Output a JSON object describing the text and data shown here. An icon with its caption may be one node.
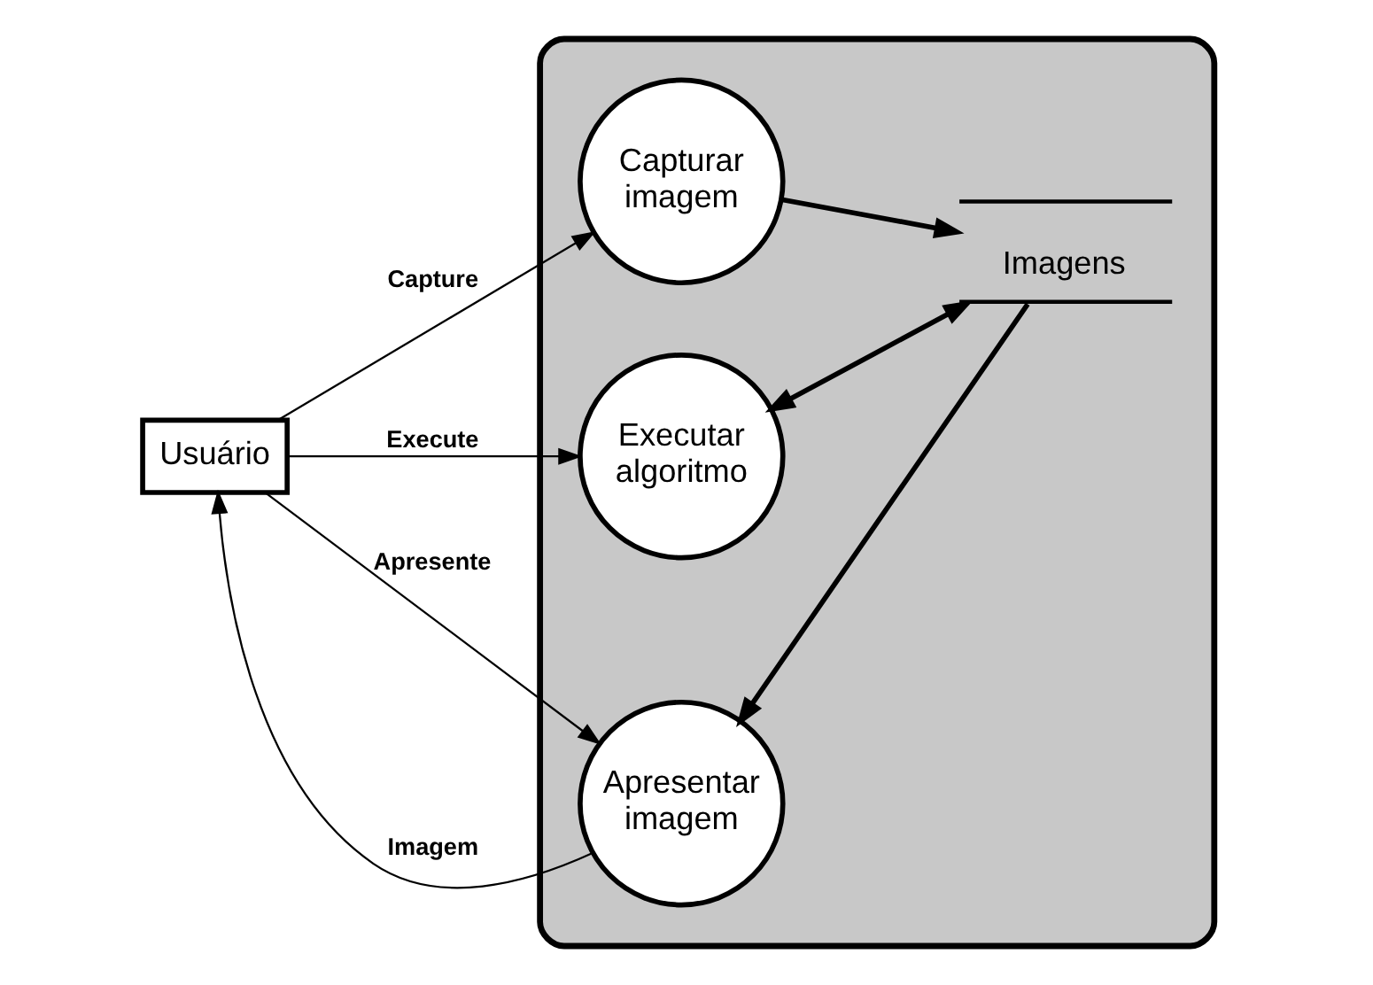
{
  "diagram": {
    "nodes": [
      {
        "text": [
          "Usuário"
        ]
      },
      {
        "text": [],
        "shape": "cloud"
      },
      {
        "text": [
          "Executar algoritmo"
        ],
        "in": 1
      },
      {
        "text": [
          "Apresentar imagem"
        ],
        "in": 1
      },
      {
        "text": [
          "Capturar imagem"
        ],
        "in": 1
      },
      {
        "text": [
          "Imagens"
        ],
        "in": 1
      }
    ],
    "edges": [
      {
        "from": 0,
        "to": 2,
        "arrow": "to",
        "label": "Execute"
      },
      {
        "from": 3,
        "to": 0,
        "arrow": "to",
        "label": "Imagem"
      },
      {
        "from": 0,
        "to": 3,
        "arrow": "to",
        "label": "Apresente"
      },
      {
        "from": 0,
        "to": 4,
        "arrow": "to",
        "label": "Capture"
      },
      {
        "from": 2,
        "to": 5,
        "arrow": "both",
        "style": "thick"
      },
      {
        "from": 5,
        "to": 3,
        "arrow": "to",
        "style": "thick"
      },
      {
        "from": 4,
        "to": 5,
        "arrow": "to",
        "style": "thick"
      }
    ]
  }
}
